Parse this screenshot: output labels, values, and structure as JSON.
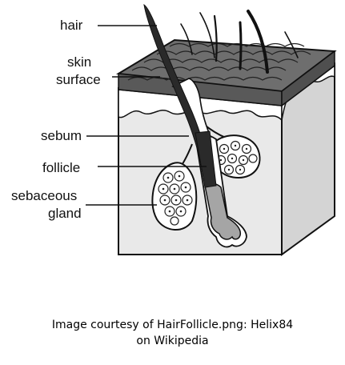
{
  "labels": {
    "hair": "hair",
    "skin_line1": "skin",
    "skin_line2": "surface",
    "sebum": "sebum",
    "follicle": "follicle",
    "gland_line1": "sebaceous",
    "gland_line2": "gland"
  },
  "caption": {
    "line1": "Image courtesy of HairFollicle.png: Helix84",
    "line2": "on Wikipedia"
  },
  "colors": {
    "skin_block": "#e9e9e9",
    "skin_surface": "#6e6e6e",
    "hair": "#2a2a2a",
    "follicle_bulb": "#a5a5a5",
    "gland_fill": "#ffffff",
    "outline": "#111111"
  }
}
